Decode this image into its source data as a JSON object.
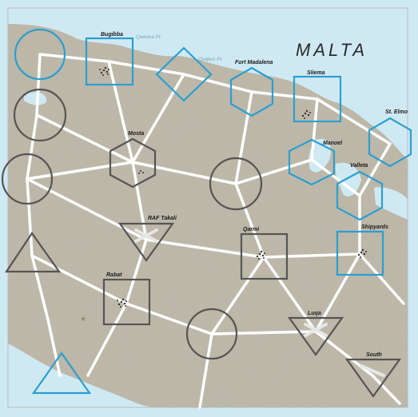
{
  "map": {
    "title": "MALTA",
    "geo_labels": {
      "qawara": "Qawara Pt.",
      "qrejten": "Qrejten Pt."
    },
    "locations": {
      "bugibba": "Bugibba",
      "fort_madalena": "Fort Madalena",
      "sliema": "Sliema",
      "st_elmo": "St. Elmo",
      "manoel": "Manoel",
      "valleta": "Valleta",
      "mosta": "Mosta",
      "raf_takali": "RAF Takali",
      "qarmi": "Qarmi",
      "shipyards": "Shipyards",
      "rabat": "Rabat",
      "luqa": "Luqa",
      "south": "South"
    }
  },
  "colors": {
    "sea": "#cfe9f3",
    "land": "#bdb7a6",
    "allied_blue": "#2a9fd0",
    "axis_gray": "#555555",
    "road": "#ffffff"
  }
}
